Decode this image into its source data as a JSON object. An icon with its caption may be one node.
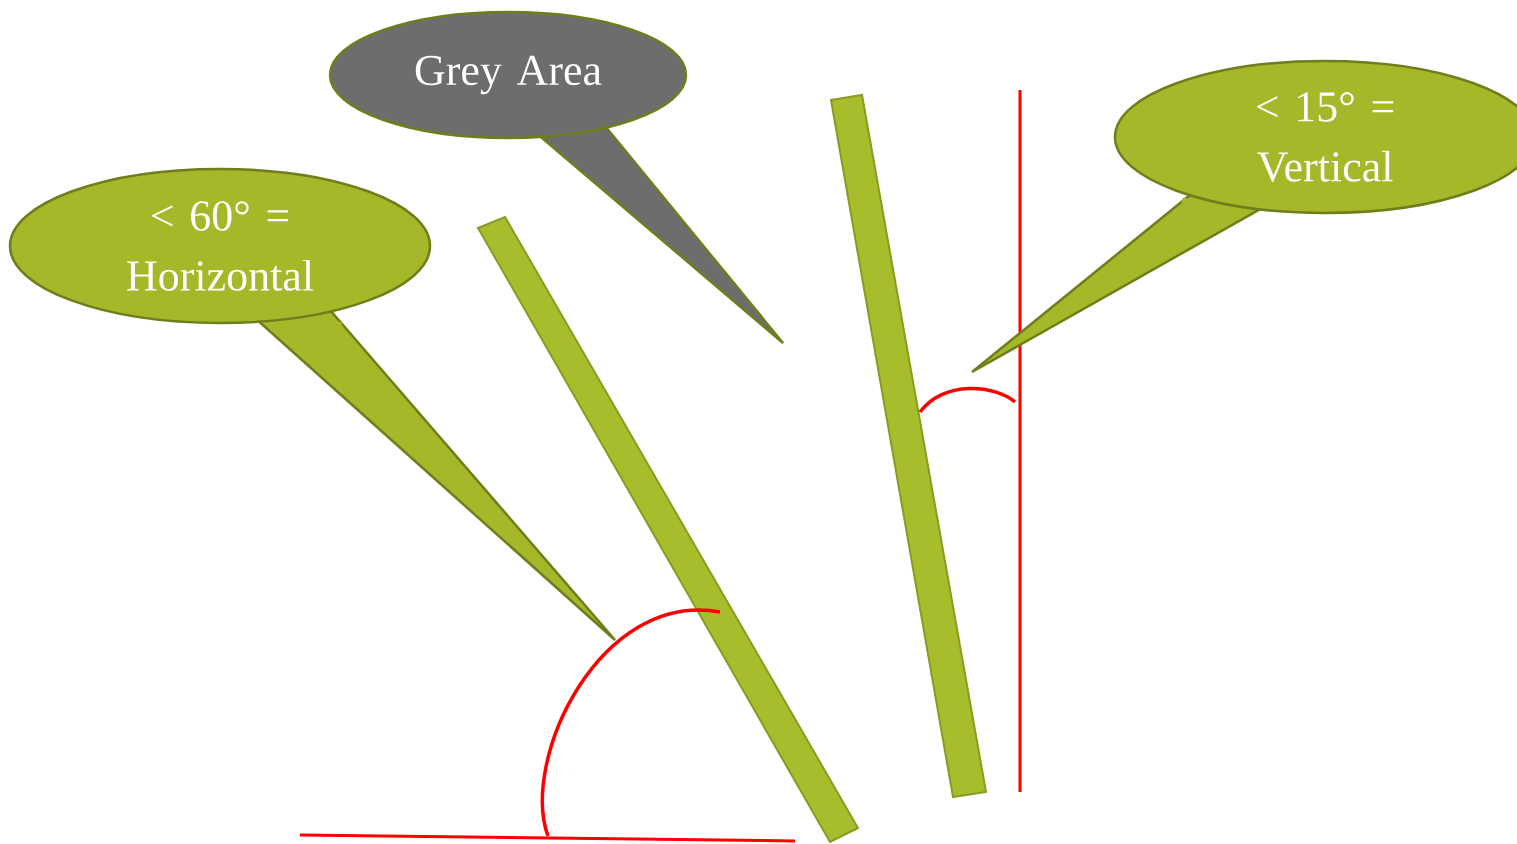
{
  "diagram": {
    "nodes": [
      {
        "text": [
          "Grey Area"
        ]
      },
      {
        "text": [
          "< 15° = Vertical"
        ]
      },
      {
        "text": [
          "< 60° = Horizontal"
        ]
      }
    ]
  }
}
